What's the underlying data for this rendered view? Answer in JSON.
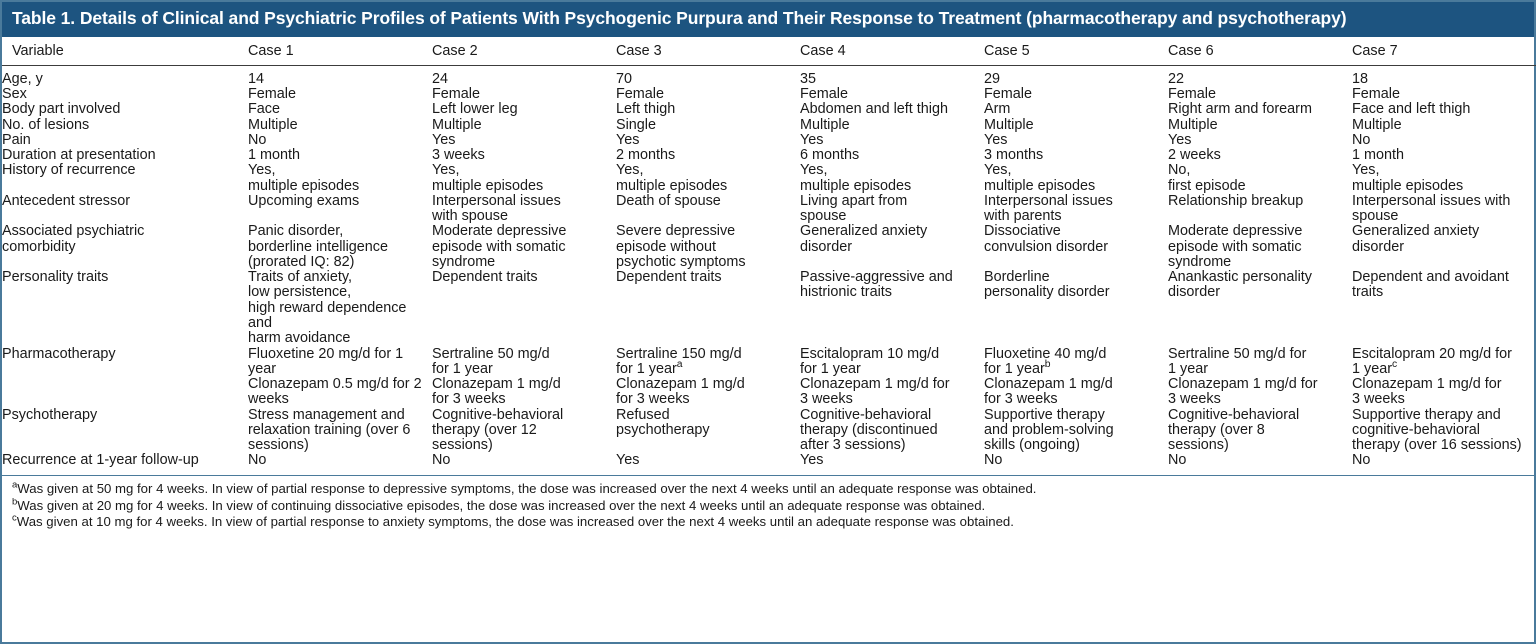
{
  "table": {
    "title": "Table 1. Details of Clinical and Psychiatric Profiles of Patients With Psychogenic Purpura and Their Response to Treatment (pharmacotherapy and psychotherapy)",
    "accent_color": "#1d5480",
    "rule_color": "#4a7a9b",
    "columns": [
      "Variable",
      "Case 1",
      "Case 2",
      "Case 3",
      "Case 4",
      "Case 5",
      "Case 6",
      "Case 7"
    ],
    "rows": [
      {
        "variable": "Age, y",
        "cells": [
          [
            "14"
          ],
          [
            "24"
          ],
          [
            "70"
          ],
          [
            "35"
          ],
          [
            "29"
          ],
          [
            "22"
          ],
          [
            "18"
          ]
        ]
      },
      {
        "variable": "Sex",
        "cells": [
          [
            "Female"
          ],
          [
            "Female"
          ],
          [
            "Female"
          ],
          [
            "Female"
          ],
          [
            "Female"
          ],
          [
            "Female"
          ],
          [
            "Female"
          ]
        ]
      },
      {
        "variable": "Body part involved",
        "cells": [
          [
            "Face"
          ],
          [
            "Left lower leg"
          ],
          [
            "Left thigh"
          ],
          [
            "Abdomen and left thigh"
          ],
          [
            "Arm"
          ],
          [
            "Right arm and forearm"
          ],
          [
            "Face and left thigh"
          ]
        ]
      },
      {
        "variable": "No. of lesions",
        "cells": [
          [
            "Multiple"
          ],
          [
            "Multiple"
          ],
          [
            "Single"
          ],
          [
            "Multiple"
          ],
          [
            "Multiple"
          ],
          [
            "Multiple"
          ],
          [
            "Multiple"
          ]
        ]
      },
      {
        "variable": "Pain",
        "cells": [
          [
            "No"
          ],
          [
            "Yes"
          ],
          [
            "Yes"
          ],
          [
            "Yes"
          ],
          [
            "Yes"
          ],
          [
            "Yes"
          ],
          [
            "No"
          ]
        ]
      },
      {
        "variable": "Duration at presentation",
        "cells": [
          [
            "1 month"
          ],
          [
            "3 weeks"
          ],
          [
            "2 months"
          ],
          [
            "6 months"
          ],
          [
            "3 months"
          ],
          [
            "2 weeks"
          ],
          [
            "1 month"
          ]
        ]
      },
      {
        "variable": "History of recurrence",
        "cells": [
          [
            "Yes,",
            "multiple episodes"
          ],
          [
            "Yes,",
            "multiple episodes"
          ],
          [
            "Yes,",
            "multiple episodes"
          ],
          [
            "Yes,",
            "multiple episodes"
          ],
          [
            "Yes,",
            "multiple episodes"
          ],
          [
            "No,",
            "first episode"
          ],
          [
            "Yes,",
            "multiple episodes"
          ]
        ]
      },
      {
        "variable": "Antecedent stressor",
        "cells": [
          [
            "Upcoming exams"
          ],
          [
            "Interpersonal issues",
            "with spouse"
          ],
          [
            "Death of spouse"
          ],
          [
            "Living apart from",
            "spouse"
          ],
          [
            "Interpersonal issues",
            "with parents"
          ],
          [
            "Relationship breakup"
          ],
          [
            "Interpersonal issues with",
            "spouse"
          ]
        ]
      },
      {
        "variable": "Associated psychiatric\ncomorbidity",
        "variable_lines": [
          "Associated psychiatric",
          "comorbidity"
        ],
        "cells": [
          [
            "Panic disorder,",
            "borderline intelligence",
            "(prorated IQ: 82)"
          ],
          [
            "Moderate depressive",
            "episode with somatic",
            "syndrome"
          ],
          [
            "Severe depressive",
            "episode without",
            "psychotic symptoms"
          ],
          [
            "Generalized anxiety",
            "disorder"
          ],
          [
            "Dissociative",
            "convulsion disorder"
          ],
          [
            "Moderate depressive",
            "episode with somatic",
            "syndrome"
          ],
          [
            "Generalized anxiety",
            "disorder"
          ]
        ]
      },
      {
        "variable": "Personality traits",
        "cells": [
          [
            "Traits of anxiety,",
            "low persistence,",
            "high reward dependence and",
            "harm avoidance"
          ],
          [
            "Dependent traits"
          ],
          [
            "Dependent traits"
          ],
          [
            "Passive-aggressive and",
            "histrionic traits"
          ],
          [
            "Borderline",
            "personality disorder"
          ],
          [
            "Anankastic personality",
            "disorder"
          ],
          [
            "Dependent and avoidant",
            "traits"
          ]
        ]
      },
      {
        "variable": "Pharmacotherapy",
        "cells": [
          [
            "Fluoxetine 20 mg/d for 1 year",
            "Clonazepam 0.5 mg/d for 2",
            "weeks"
          ],
          [
            "Sertraline 50 mg/d",
            "for 1 year",
            "Clonazepam 1 mg/d",
            "for 3 weeks"
          ],
          [
            "Sertraline 150 mg/d",
            "for 1 year^a",
            "Clonazepam 1 mg/d",
            "for 3 weeks"
          ],
          [
            "Escitalopram 10 mg/d",
            "for 1 year",
            "Clonazepam 1 mg/d for",
            "3 weeks"
          ],
          [
            "Fluoxetine 40 mg/d",
            "for 1 year^b",
            "Clonazepam 1 mg/d",
            "for 3 weeks"
          ],
          [
            "Sertraline 50 mg/d for",
            "1 year",
            "Clonazepam 1 mg/d for",
            "3 weeks"
          ],
          [
            "Escitalopram 20 mg/d for",
            "1 year^c",
            "Clonazepam 1 mg/d for",
            "3 weeks"
          ]
        ]
      },
      {
        "variable": "Psychotherapy",
        "cells": [
          [
            "Stress management and",
            "relaxation training (over 6",
            "sessions)"
          ],
          [
            "Cognitive-behavioral",
            "therapy (over 12",
            "sessions)"
          ],
          [
            "Refused",
            "psychotherapy"
          ],
          [
            "Cognitive-behavioral",
            "therapy (discontinued",
            "after 3 sessions)"
          ],
          [
            "Supportive therapy",
            "and problem-solving",
            "skills (ongoing)"
          ],
          [
            "Cognitive-behavioral",
            "therapy (over 8",
            "sessions)"
          ],
          [
            "Supportive therapy and",
            "cognitive-behavioral",
            "therapy (over 16 sessions)"
          ]
        ]
      },
      {
        "variable": "Recurrence at 1-year follow-up",
        "cells": [
          [
            "No"
          ],
          [
            "No"
          ],
          [
            "Yes"
          ],
          [
            "Yes"
          ],
          [
            "No"
          ],
          [
            "No"
          ],
          [
            "No"
          ]
        ]
      }
    ],
    "footnotes": [
      {
        "marker": "a",
        "text": "Was given at 50 mg for 4 weeks. In view of partial response to depressive symptoms, the dose was increased over the next 4 weeks until an adequate response was obtained."
      },
      {
        "marker": "b",
        "text": "Was given at 20 mg for 4 weeks. In view of continuing dissociative episodes, the dose was increased over the next 4 weeks until an adequate response was obtained."
      },
      {
        "marker": "c",
        "text": "Was given at 10 mg for 4 weeks. In view of partial response to anxiety symptoms, the dose was increased over the next 4 weeks until an adequate response was obtained."
      }
    ]
  }
}
